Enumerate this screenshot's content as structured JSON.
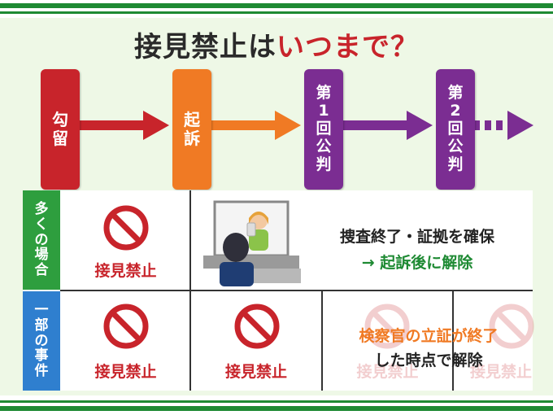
{
  "title": {
    "part1": "接見禁止は",
    "part2": "いつまで？"
  },
  "colors": {
    "red_stage": "#c8242b",
    "orange_stage": "#f07a24",
    "purple_stage": "#7b2d92",
    "green_row": "#2e9e3e",
    "blue_row": "#2f7fcf",
    "accent_green": "#1e8a33"
  },
  "stages": [
    {
      "label": "勾\n留"
    },
    {
      "label": "起\n訴"
    },
    {
      "label": "第\n1\n回\n公\n判"
    },
    {
      "label": "第\n2\n回\n公\n判"
    }
  ],
  "rows": [
    {
      "label": "多\nく\nの\n場\n合"
    },
    {
      "label": "一\n部\nの\n事\n件"
    }
  ],
  "cells": {
    "ban_label": "接見禁止",
    "row1_note_line1": "捜査終了・証拠を確保",
    "row1_note_line2": "→ 起訴後に解除",
    "row2_note_line1": "検察官の立証が終了",
    "row2_note_line2": "した時点で解除"
  },
  "icons": [
    "prohibition-icon",
    "arrow-icon",
    "person-icon",
    "window-icon"
  ]
}
